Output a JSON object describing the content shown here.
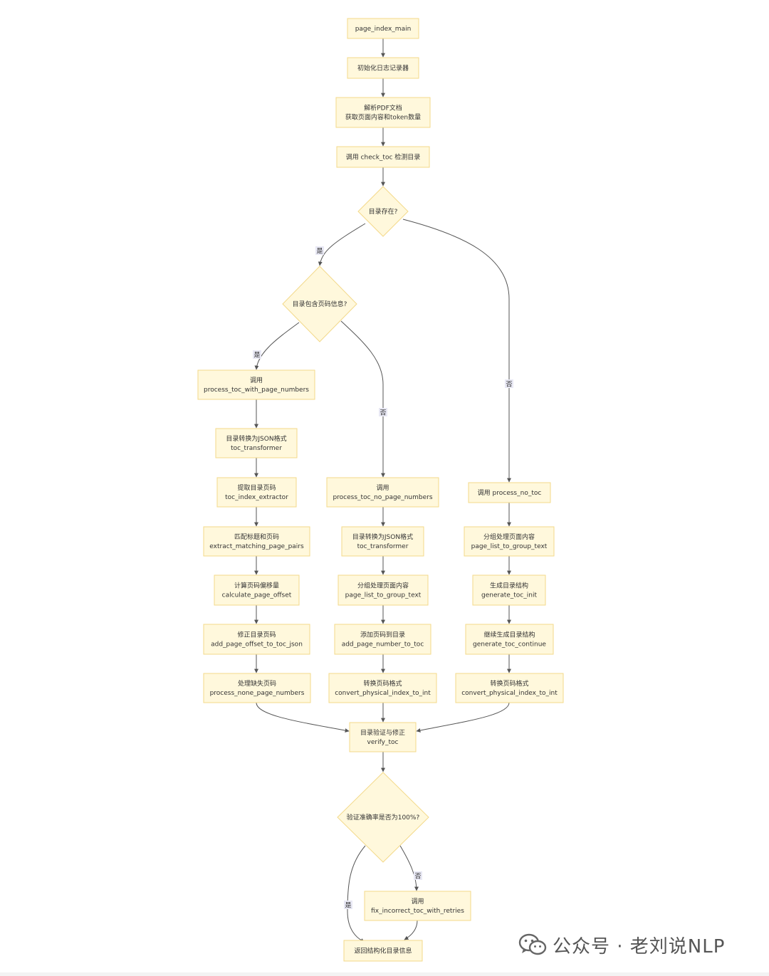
{
  "diagram": {
    "nodes": {
      "start": [
        "page_index_main"
      ],
      "logger": [
        "初始化日志记录器"
      ],
      "parse": [
        "解析PDF文档",
        "获取页面内容和token数量"
      ],
      "check": [
        "调用 check_toc 检测目录"
      ],
      "d_exists": [
        "目录存在?"
      ],
      "d_pages": [
        "目录包含页码信息?"
      ],
      "a1": [
        "调用",
        "process_toc_with_page_numbers"
      ],
      "a2": [
        "目录转换为JSON格式",
        "toc_transformer"
      ],
      "a3": [
        "提取目录页码",
        "toc_index_extractor"
      ],
      "a4": [
        "匹配标题和页码",
        "extract_matching_page_pairs"
      ],
      "a5": [
        "计算页码偏移量",
        "calculate_page_offset"
      ],
      "a6": [
        "修正目录页码",
        "add_page_offset_to_toc_json"
      ],
      "a7": [
        "处理缺失页码",
        "process_none_page_numbers"
      ],
      "b1": [
        "调用",
        "process_toc_no_page_numbers"
      ],
      "b2": [
        "目录转换为JSON格式",
        "toc_transformer"
      ],
      "b3": [
        "分组处理页面内容",
        "page_list_to_group_text"
      ],
      "b4": [
        "添加页码到目录",
        "add_page_number_to_toc"
      ],
      "b5": [
        "转换页码格式",
        "convert_physical_index_to_int"
      ],
      "c1": [
        "调用 process_no_toc"
      ],
      "c2": [
        "分组处理页面内容",
        "page_list_to_group_text"
      ],
      "c3": [
        "生成目录结构",
        "generate_toc_init"
      ],
      "c4": [
        "继续生成目录结构",
        "generate_toc_continue"
      ],
      "c5": [
        "转换页码格式",
        "convert_physical_index_to_int"
      ],
      "verify": [
        "目录验证与修正",
        "verify_toc"
      ],
      "d_acc": [
        "验证准确率是否为100%?"
      ],
      "fix": [
        "调用",
        "fix_incorrect_toc_with_retries"
      ],
      "end": [
        "返回结构化目录信息"
      ]
    },
    "edge_labels": {
      "yes_exists": "是",
      "no_exists": "否",
      "yes_pages": "是",
      "no_pages": "否",
      "yes_acc": "是",
      "no_acc": "否"
    }
  },
  "watermark": {
    "text": "公众号 · 老刘说NLP",
    "icon": "wechat-icon"
  },
  "colors": {
    "node_fill": "#fff8dc",
    "node_border": "#f3d98a",
    "edge": "#555555",
    "edge_label_bg": "#e8e8f4"
  }
}
